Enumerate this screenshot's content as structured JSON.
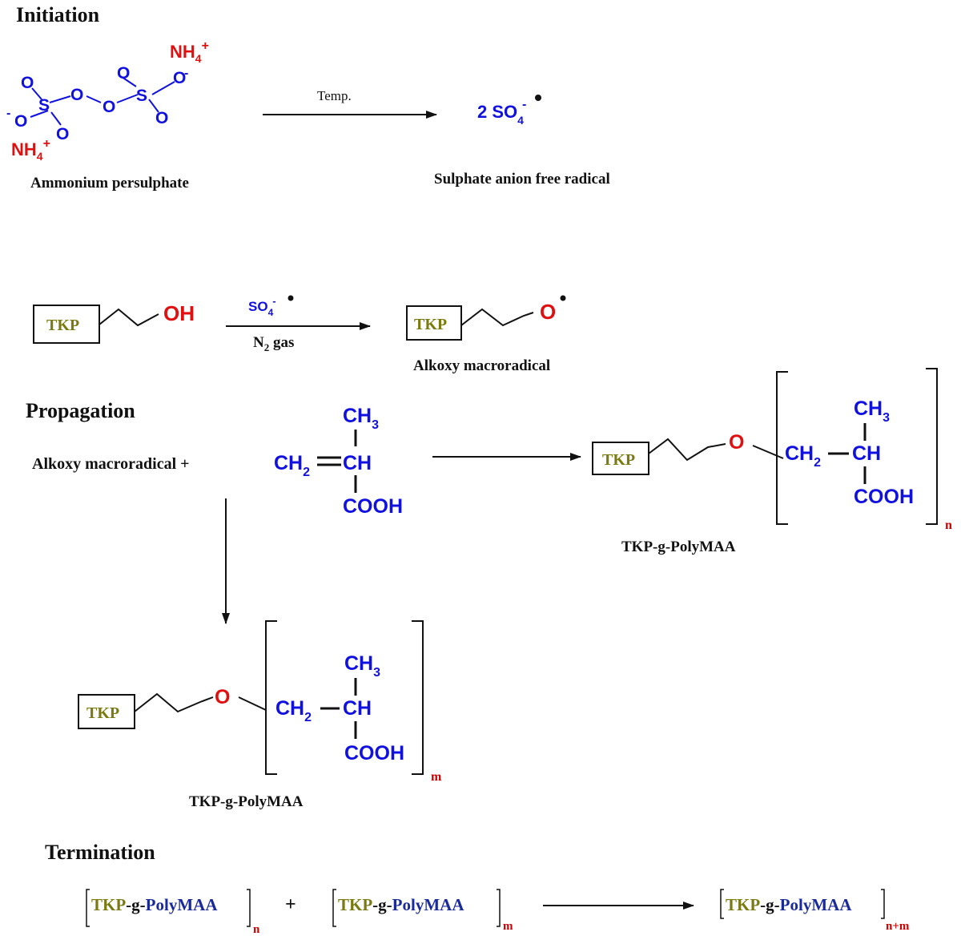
{
  "colors": {
    "blue": "#1010e0",
    "red": "#e01010",
    "olive": "#7a7a10",
    "black": "#111111",
    "dark_red": "#cc0000",
    "navy": "#1a2a9a"
  },
  "initiation": {
    "heading": "Initiation",
    "aps": {
      "O": "O",
      "S": "S",
      "O_minus": "O-",
      "minus": "-",
      "nh4_1": "NH",
      "nh4_2": "NH",
      "sub4": "4",
      "plus": "+",
      "caption": "Ammonium persulphate"
    },
    "arrow_label": "Temp.",
    "product": {
      "coef": "2 SO",
      "sub": "4",
      "sup": "-",
      "caption": "Sulphate anion free radical"
    }
  },
  "radical_step": {
    "tkp": "TKP",
    "oh": "OH",
    "reagent": "SO",
    "reagent_sub": "4",
    "reagent_sup": "-",
    "condition": "N",
    "condition_sub": "2",
    "condition_rest": " gas",
    "product_O": "O",
    "product_caption": "Alkoxy macroradical"
  },
  "propagation": {
    "heading": "Propagation",
    "reactant_label": "Alkoxy macroradical +",
    "monomer": {
      "ch3": "CH",
      "sub3": "3",
      "ch2": "CH",
      "sub2": "2",
      "ch": "CH",
      "cooh": "COOH"
    },
    "product_n": {
      "tkp": "TKP",
      "O": "O",
      "subscript": "n",
      "caption": "TKP-g-PolyMAA"
    },
    "product_m": {
      "tkp": "TKP",
      "O": "O",
      "subscript": "m",
      "caption": "TKP-g-PolyMAA"
    }
  },
  "termination": {
    "heading": "Termination",
    "tkp": "TKP",
    "g": "-g-",
    "poly": "PolyMAA",
    "sub_n": "n",
    "sub_m": "m",
    "sub_nm": "n+m",
    "plus": "+"
  }
}
